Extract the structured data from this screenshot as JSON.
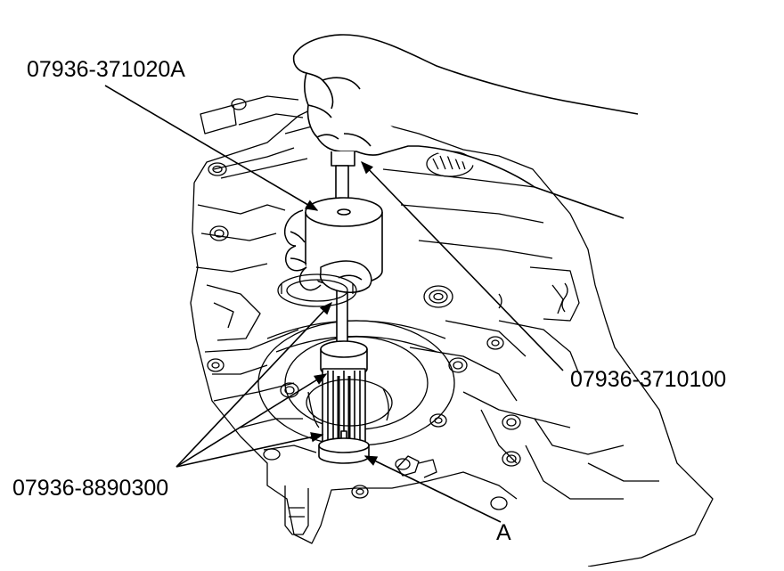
{
  "callouts": {
    "top_left": "07936-371020A",
    "right": "07936-3710100",
    "bottom_left": "07936-8890300",
    "bottom_a": "A"
  },
  "colors": {
    "line": "#000000",
    "background": "#ffffff"
  }
}
